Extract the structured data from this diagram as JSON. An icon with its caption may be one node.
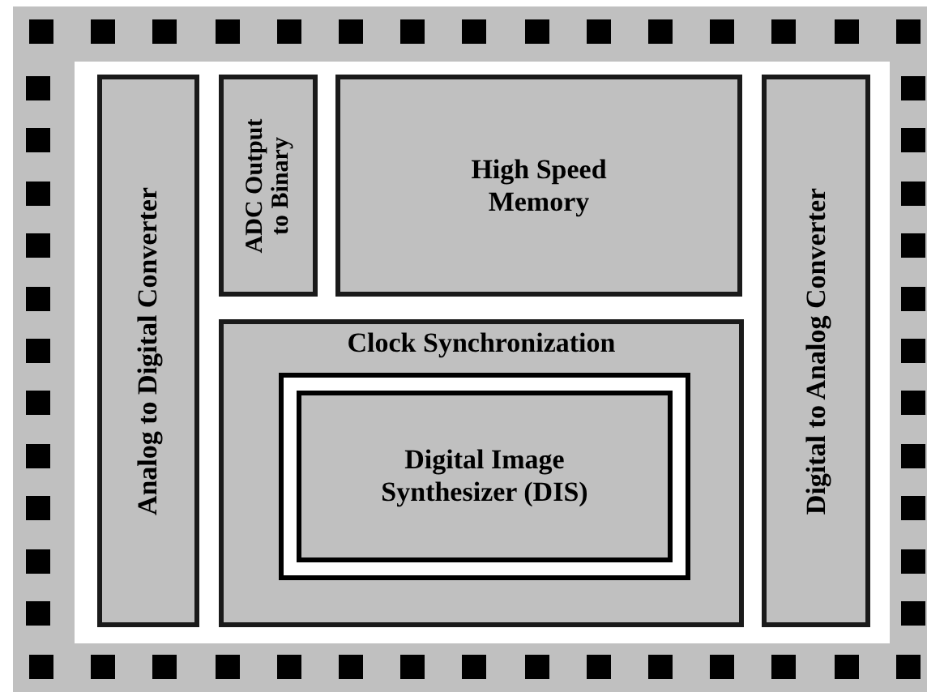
{
  "diagram": {
    "nodes": [
      {
        "text": [
          "Analog to Digital Converter"
        ]
      },
      {
        "text": [
          "ADC Output to Binary"
        ]
      },
      {
        "text": [
          "High Speed Memory"
        ]
      },
      {
        "text": [
          "Clock Synchronization"
        ]
      },
      {
        "text": [
          "Digital Image Synthesizer (DIS)"
        ],
        "in": 3
      },
      {
        "text": [
          "Digital to Analog Converter"
        ]
      }
    ]
  }
}
